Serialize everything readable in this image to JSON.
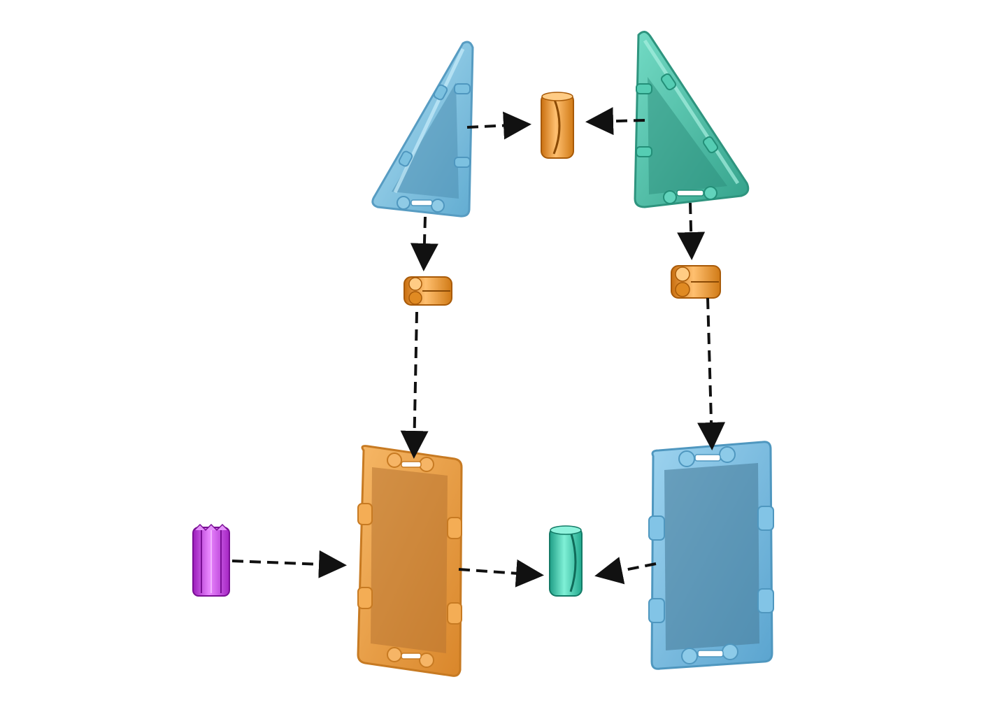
{
  "diagram": {
    "kind": "exploded assembly",
    "parts": [
      {
        "id": "triangle-blue",
        "shape": "triangle-panel",
        "color": "#7fc3e3",
        "icon": "triangle-panel-icon"
      },
      {
        "id": "triangle-teal",
        "shape": "triangle-panel",
        "color": "#3ebda3",
        "icon": "triangle-panel-icon"
      },
      {
        "id": "connector-top",
        "shape": "single-clip",
        "color": "#f09a2e",
        "icon": "clip-connector-icon"
      },
      {
        "id": "connector-left",
        "shape": "double-clip",
        "color": "#e78c1c",
        "icon": "double-clip-connector-icon"
      },
      {
        "id": "connector-right",
        "shape": "double-clip",
        "color": "#e78c1c",
        "icon": "double-clip-connector-icon"
      },
      {
        "id": "rect-orange",
        "shape": "rect-panel",
        "color": "#f2a546",
        "icon": "rect-panel-icon"
      },
      {
        "id": "rect-blue",
        "shape": "rect-panel",
        "color": "#77bde3",
        "icon": "rect-panel-icon"
      },
      {
        "id": "connector-bottom",
        "shape": "single-clip",
        "color": "#30c2a6",
        "icon": "clip-connector-icon"
      },
      {
        "id": "star-connector",
        "shape": "star-clip",
        "color": "#c23ae0",
        "icon": "star-connector-icon"
      }
    ],
    "arrows": [
      {
        "from": "triangle-blue",
        "to": "connector-top"
      },
      {
        "from": "triangle-teal",
        "to": "connector-top"
      },
      {
        "from": "triangle-blue",
        "to": "connector-left"
      },
      {
        "from": "triangle-teal",
        "to": "connector-right"
      },
      {
        "from": "connector-left",
        "to": "rect-orange"
      },
      {
        "from": "connector-right",
        "to": "rect-blue"
      },
      {
        "from": "star-connector",
        "to": "rect-orange"
      },
      {
        "from": "rect-orange",
        "to": "connector-bottom"
      },
      {
        "from": "rect-blue",
        "to": "connector-bottom"
      }
    ],
    "colors": {
      "arrow": "#111111",
      "outline_dark": "#3a3a3a"
    }
  }
}
